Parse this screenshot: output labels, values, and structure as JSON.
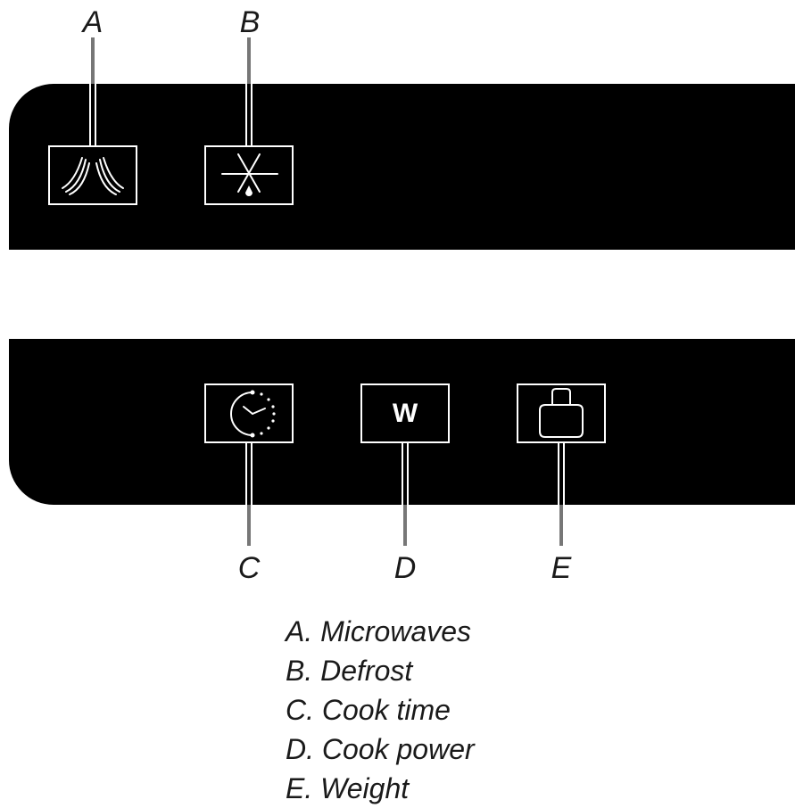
{
  "callouts": {
    "a": "A",
    "b": "B",
    "c": "C",
    "d": "D",
    "e": "E"
  },
  "buttons": {
    "microwaves": {
      "icon": "microwaves-icon"
    },
    "defrost": {
      "icon": "defrost-icon"
    },
    "cook_time": {
      "icon": "clock-icon"
    },
    "cook_power": {
      "label": "W"
    },
    "weight": {
      "icon": "weight-icon"
    }
  },
  "legend": [
    "A. Microwaves",
    "B. Defrost",
    "C. Cook time",
    "D. Cook power",
    "E. Weight"
  ],
  "colors": {
    "panel": "#000000",
    "icon_stroke": "#ffffff",
    "text": "#1a1a1a"
  }
}
